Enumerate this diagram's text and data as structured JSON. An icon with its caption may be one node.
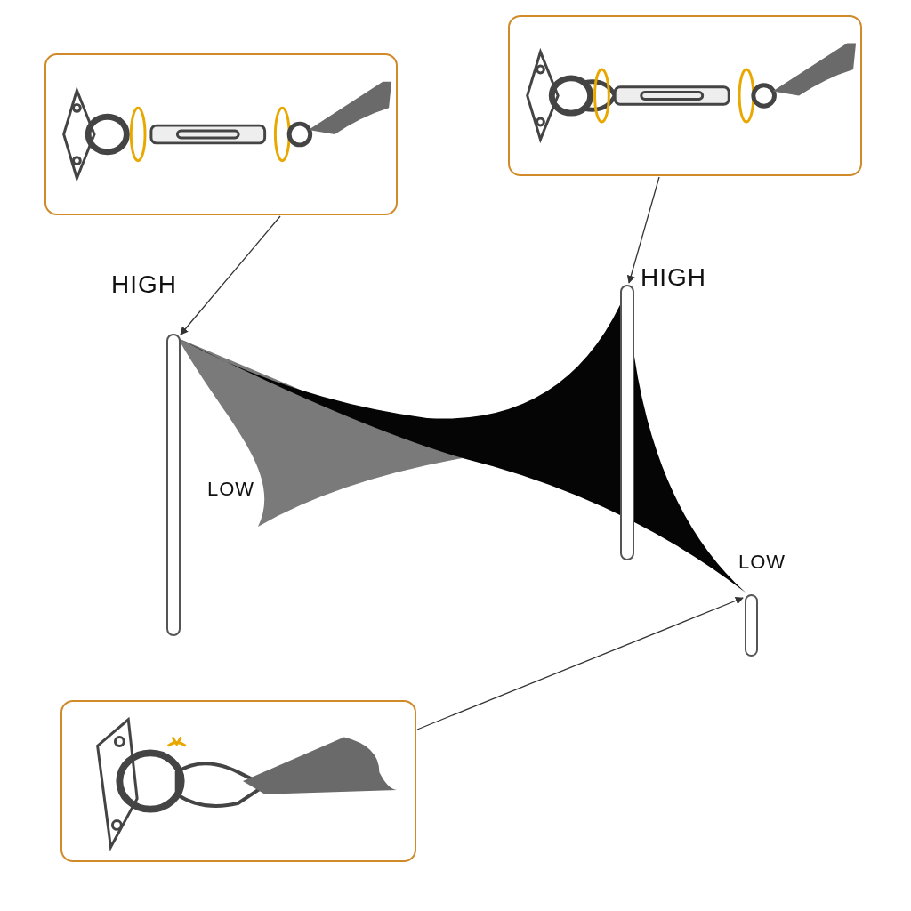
{
  "diagram": {
    "nodes": [
      {
        "text": [],
        "shape": "picture"
      },
      {
        "text": [],
        "shape": "picture"
      },
      {
        "text": [],
        "shape": "picture"
      },
      {
        "text": [],
        "shape": "bar"
      },
      {
        "text": [],
        "shape": "bar"
      },
      {
        "text": [],
        "shape": "bar"
      }
    ],
    "edges": [
      {
        "from": 0,
        "to": 3,
        "arrow": "to"
      },
      {
        "from": 1,
        "to": 4,
        "arrow": "to"
      },
      {
        "from": 2,
        "to": 5,
        "arrow": "to"
      }
    ],
    "labels": [
      "HIGH",
      "HIGH",
      "LOW",
      "LOW"
    ]
  }
}
